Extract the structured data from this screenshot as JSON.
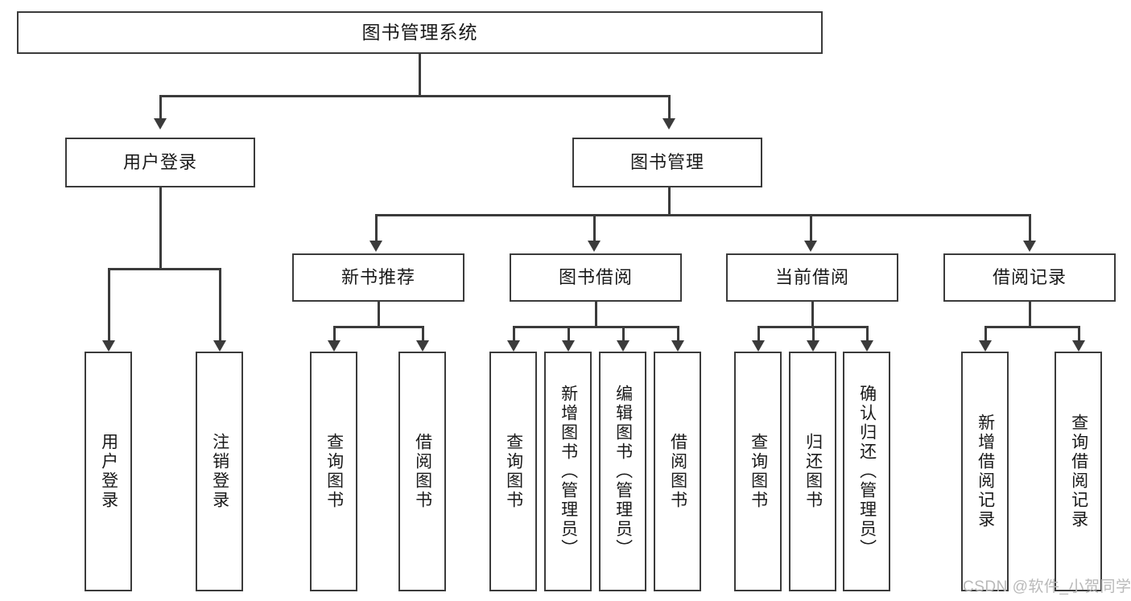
{
  "diagram": {
    "type": "tree",
    "orientation": "top-down",
    "root": {
      "label": "图书管理系统"
    },
    "level2": [
      {
        "label": "用户登录"
      },
      {
        "label": "图书管理"
      }
    ],
    "level3": [
      {
        "label": "新书推荐"
      },
      {
        "label": "图书借阅"
      },
      {
        "label": "当前借阅"
      },
      {
        "label": "借阅记录"
      }
    ],
    "leaves": {
      "user_login": [
        {
          "label": "用户登录"
        },
        {
          "label": "注销登录"
        }
      ],
      "new_book_recommend": [
        {
          "label": "查询图书"
        },
        {
          "label": "借阅图书"
        }
      ],
      "book_borrow": [
        {
          "label": "查询图书"
        },
        {
          "label": "新增图书（管理员）"
        },
        {
          "label": "编辑图书（管理员）"
        },
        {
          "label": "借阅图书"
        }
      ],
      "current_borrow": [
        {
          "label": "查询图书"
        },
        {
          "label": "归还图书"
        },
        {
          "label": "确认归还（管理员）"
        }
      ],
      "borrow_record": [
        {
          "label": "新增借阅记录"
        },
        {
          "label": "查询借阅记录"
        }
      ]
    }
  },
  "watermark": {
    "text": "CSDN @软件_小贺同学"
  },
  "colors": {
    "stroke": "#3b3b3b",
    "background": "#ffffff",
    "text": "#1a1a1a",
    "watermark": "#b9b9b9"
  }
}
